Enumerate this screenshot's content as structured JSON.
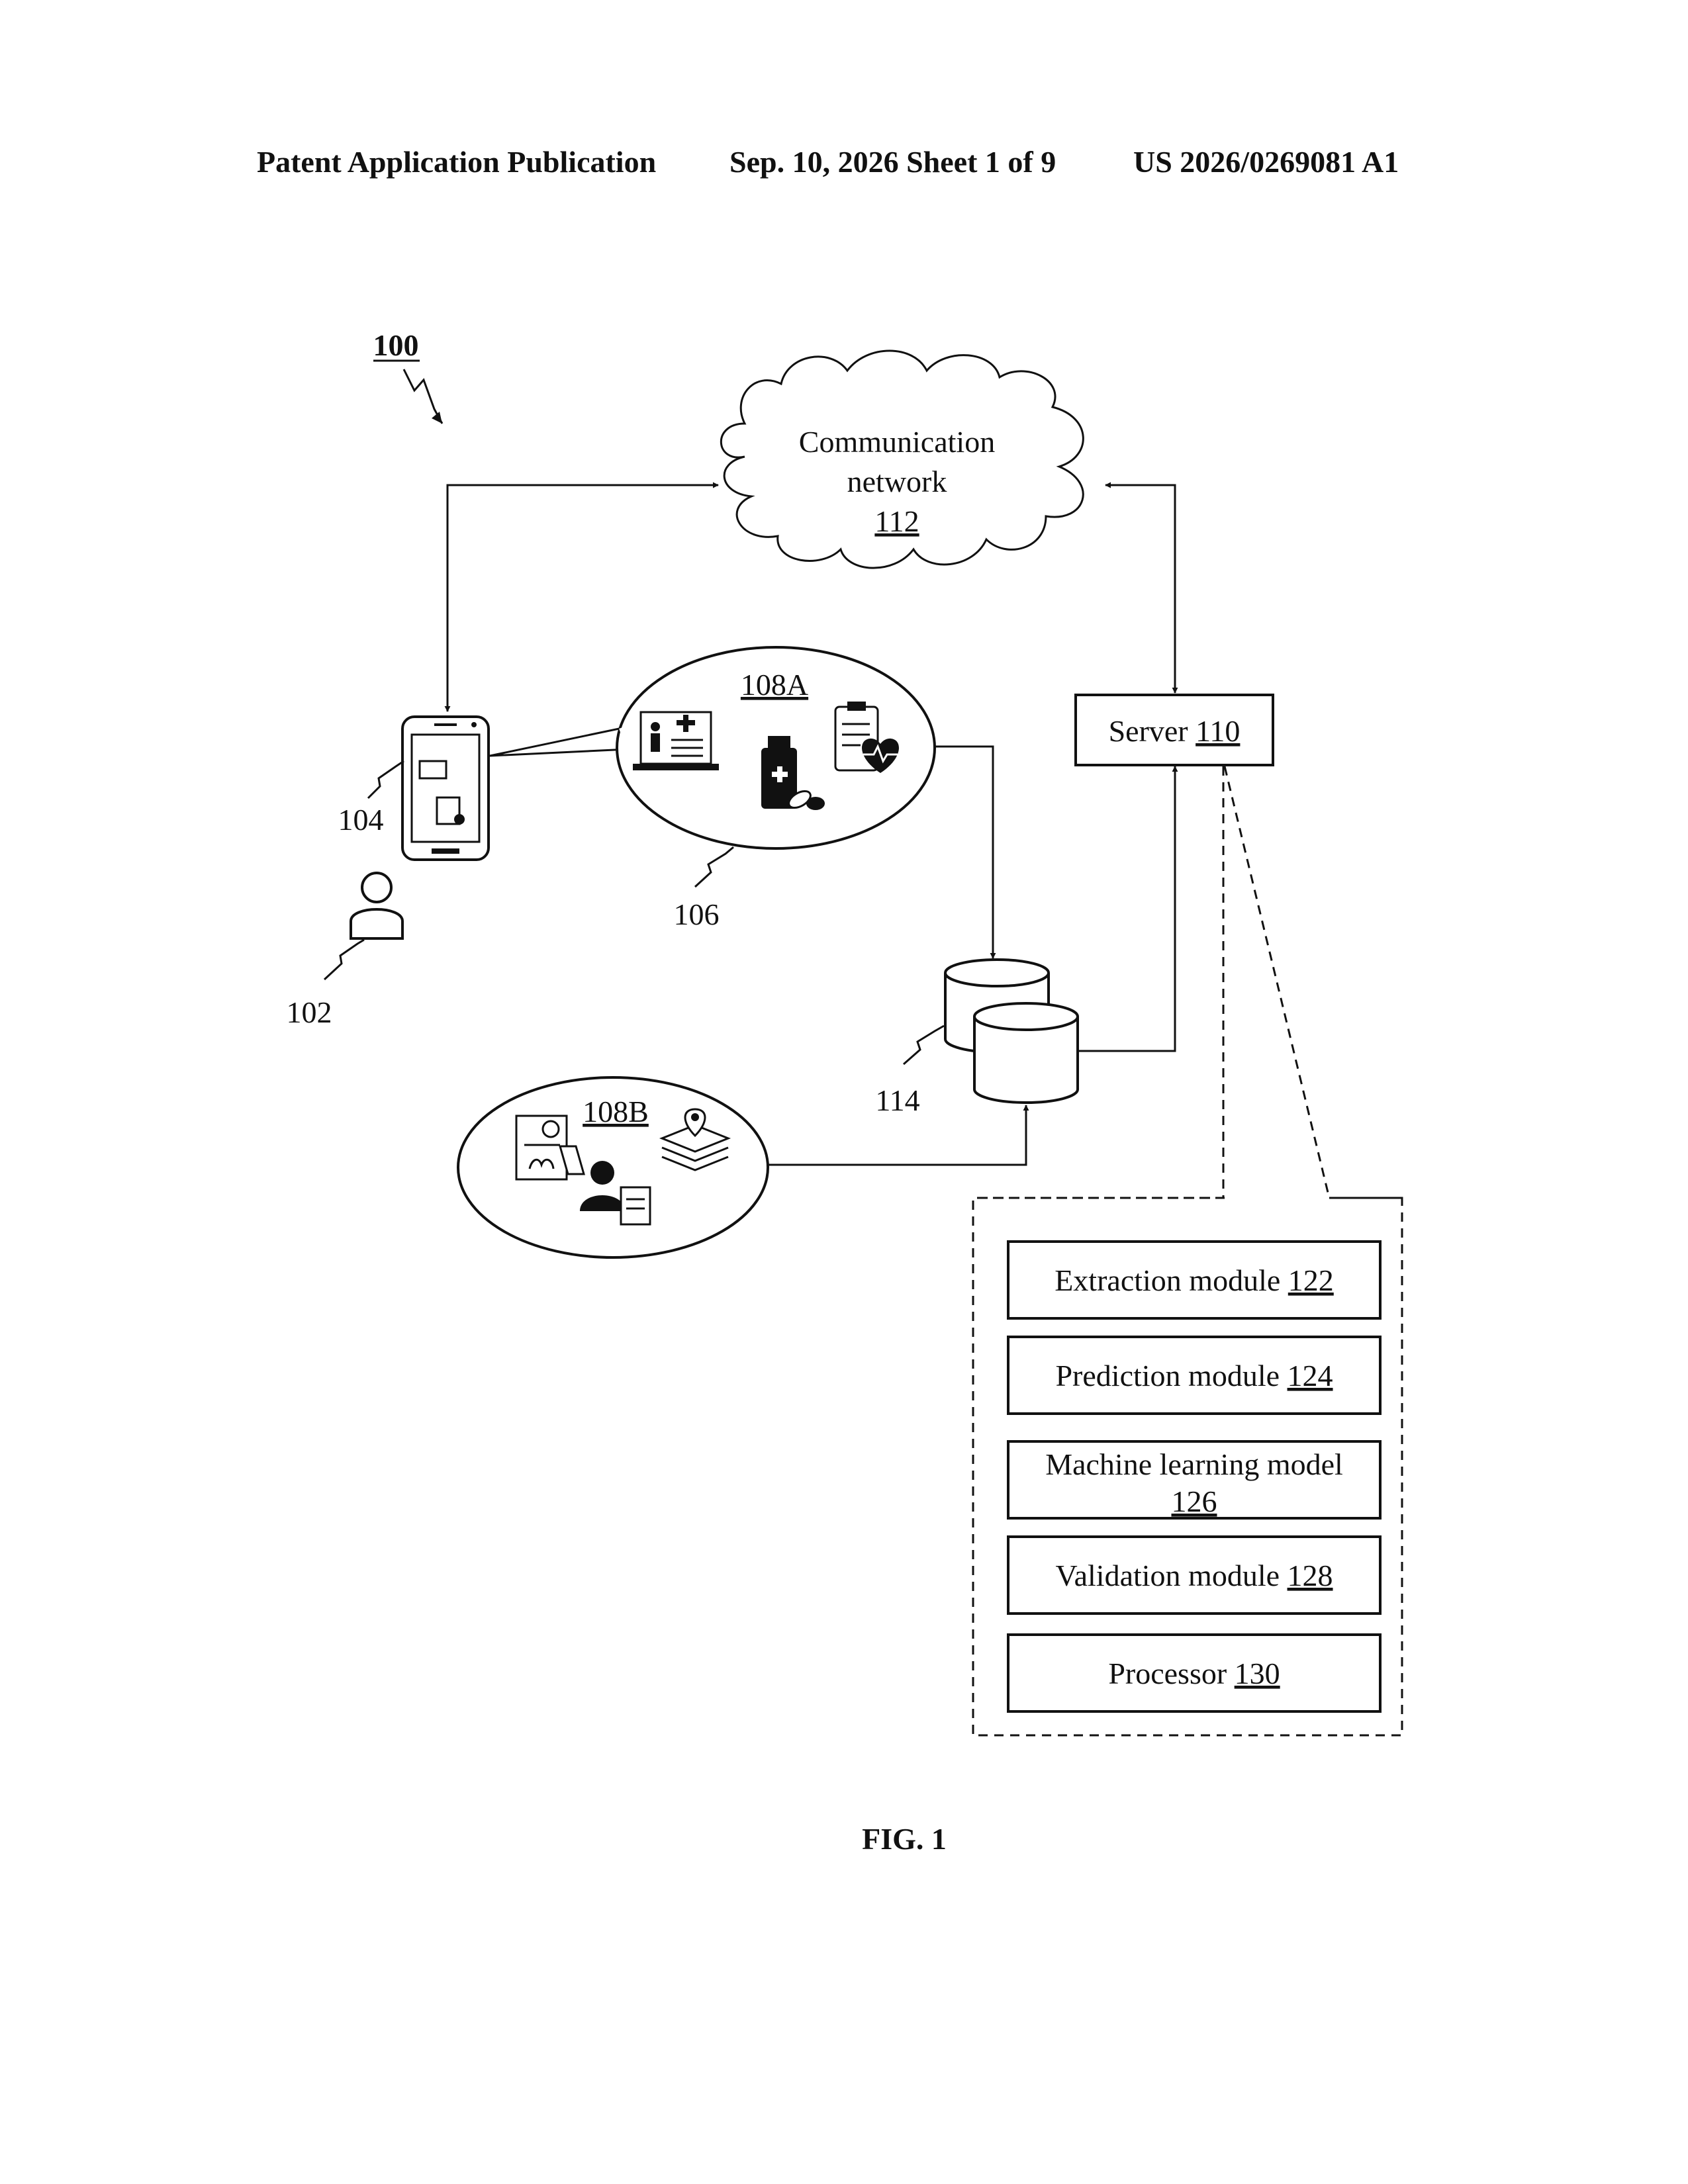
{
  "header": {
    "publication": "Patent Application Publication",
    "date_sheet": "Sep. 10, 2026  Sheet 1 of 9",
    "pub_number": "US 2026/0269081 A1"
  },
  "figure": {
    "system_ref": "100",
    "network": {
      "line1": "Communication",
      "line2": "network",
      "ref": "112"
    },
    "server": {
      "label": "Server ",
      "ref": "110"
    },
    "data_sources": {
      "a": "108A",
      "b": "108B"
    },
    "refs": {
      "user": "102",
      "device": "104",
      "bubble": "106",
      "database": "114"
    },
    "modules": [
      {
        "label": "Extraction module ",
        "ref": "122"
      },
      {
        "label": "Prediction module ",
        "ref": "124"
      },
      {
        "label": "Machine learning model",
        "ref": "126"
      },
      {
        "label": "Validation module ",
        "ref": "128"
      },
      {
        "label": "Processor ",
        "ref": "130"
      }
    ],
    "caption": "FIG. 1"
  },
  "icons": [
    "user-icon",
    "smartphone-icon",
    "medical-record-icon",
    "medicine-bottle-icon",
    "health-clipboard-icon",
    "lab-report-icon",
    "location-layers-icon",
    "doctor-document-icon",
    "database-icon",
    "cloud-icon"
  ]
}
